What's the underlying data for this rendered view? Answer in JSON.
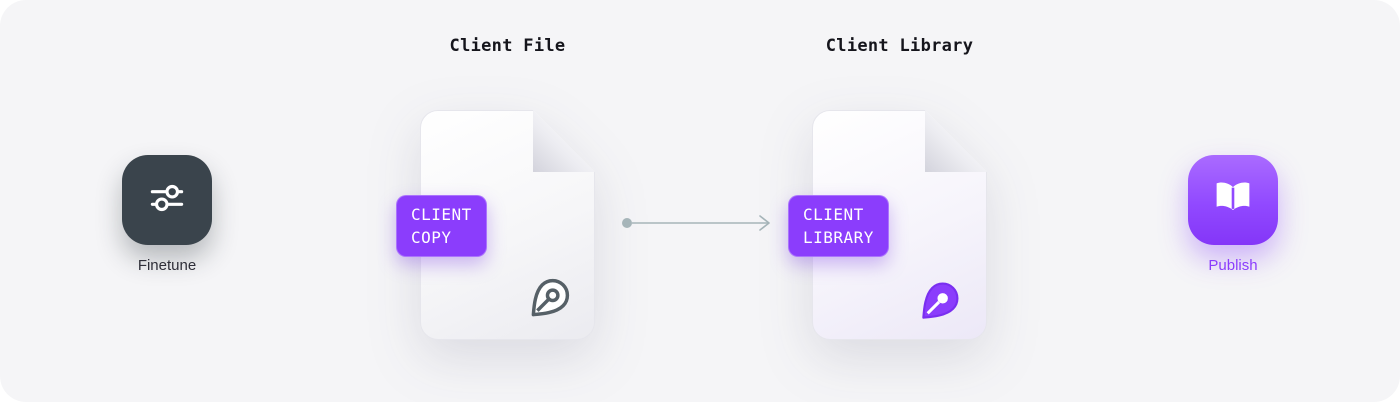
{
  "titles": {
    "client_file": "Client File",
    "client_library": "Client Library"
  },
  "nodes": {
    "finetune": {
      "label": "Finetune",
      "icon": "sliders-icon"
    },
    "client_copy_doc": {
      "title_ref": "client_file",
      "badge": {
        "line1": "CLIENT",
        "line2": "COPY"
      },
      "icon": "pen-nib-outline-icon"
    },
    "client_library_doc": {
      "title_ref": "client_library",
      "badge": {
        "line1": "CLIENT",
        "line2": "LIBRARY"
      },
      "icon": "pen-nib-filled-icon"
    },
    "publish": {
      "label": "Publish",
      "icon": "open-book-icon"
    }
  },
  "connector": {
    "from": "client_copy_doc",
    "to": "client_library_doc",
    "style": "dot-line-arrowhead"
  },
  "colors": {
    "accent_purple": "#8b3dfc",
    "dark_slate": "#3a444c",
    "canvas_bg": "#f5f5f7",
    "arrow": "#a6b5b9",
    "ink": "#15151c"
  }
}
